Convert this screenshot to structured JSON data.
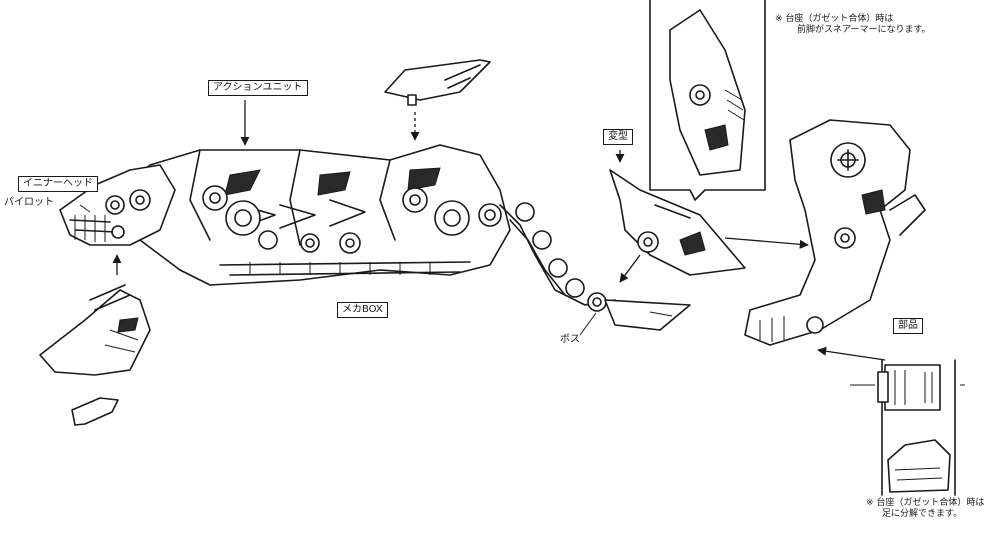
{
  "labels": {
    "inner_head": "イニナーヘッド",
    "pilot": "パイロット",
    "action_unit": "アクションユニット",
    "mecha_box": "メカBOX",
    "boss": "ボス",
    "transform": "変型",
    "parts": "部品",
    "note_top_line1": "※ 台座（ガゼット合体）時は",
    "note_top_line2": "前脚がスネアーマーになります。",
    "note_bottom_line1": "※ 台座（ガゼット合体）時は",
    "note_bottom_line2": "足に分解できます。"
  },
  "colors": {
    "ink": "#1a1a1a",
    "paper": "#ffffff"
  }
}
